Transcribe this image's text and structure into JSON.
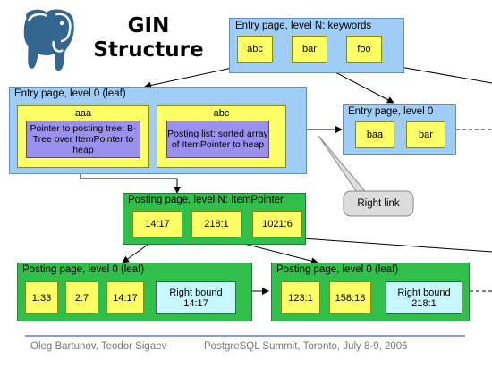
{
  "title_line1": "GIN",
  "title_line2": "Structure",
  "entry_n": {
    "header": "Entry page, level N: keywords",
    "keys": [
      "abc",
      "bar",
      "foo"
    ]
  },
  "entry_0_left": {
    "header": "Entry page, level 0 (leaf)",
    "item1": {
      "key": "aaa",
      "desc": "Pointer to posting tree: B-Tree over ItemPointer to heap"
    },
    "item2": {
      "key": "abc",
      "desc": "Posting list: sorted array of ItemPointer to heap"
    }
  },
  "entry_0_right": {
    "header": "Entry page, level 0",
    "keys": [
      "baa",
      "bar"
    ]
  },
  "callout": "Right link",
  "posting_n": {
    "header": "Posting page, level N: ItemPointer",
    "keys": [
      "14:17",
      "218:1",
      "1021:6"
    ]
  },
  "posting_0_left": {
    "header": "Posting page, level 0 (leaf)",
    "keys": [
      "1:33",
      "2:7",
      "14:17"
    ],
    "bound": "Right bound\n14:17"
  },
  "posting_0_right": {
    "header": "Posting page, level 0 (leaf)",
    "keys": [
      "123:1",
      "158:18"
    ],
    "bound": "Right bound\n218:1"
  },
  "footer": {
    "authors": "Oleg Bartunov, Teodor Sigaev",
    "event": "PostgreSQL Summit, Toronto, July 8-9, 2006"
  },
  "colors": {
    "entry_page": "#9fcdf5",
    "posting_page": "#2fbf4a",
    "key_box": "#ffff66",
    "pointer_box": "#9b8fef",
    "bound_box": "#c8f8ff"
  }
}
